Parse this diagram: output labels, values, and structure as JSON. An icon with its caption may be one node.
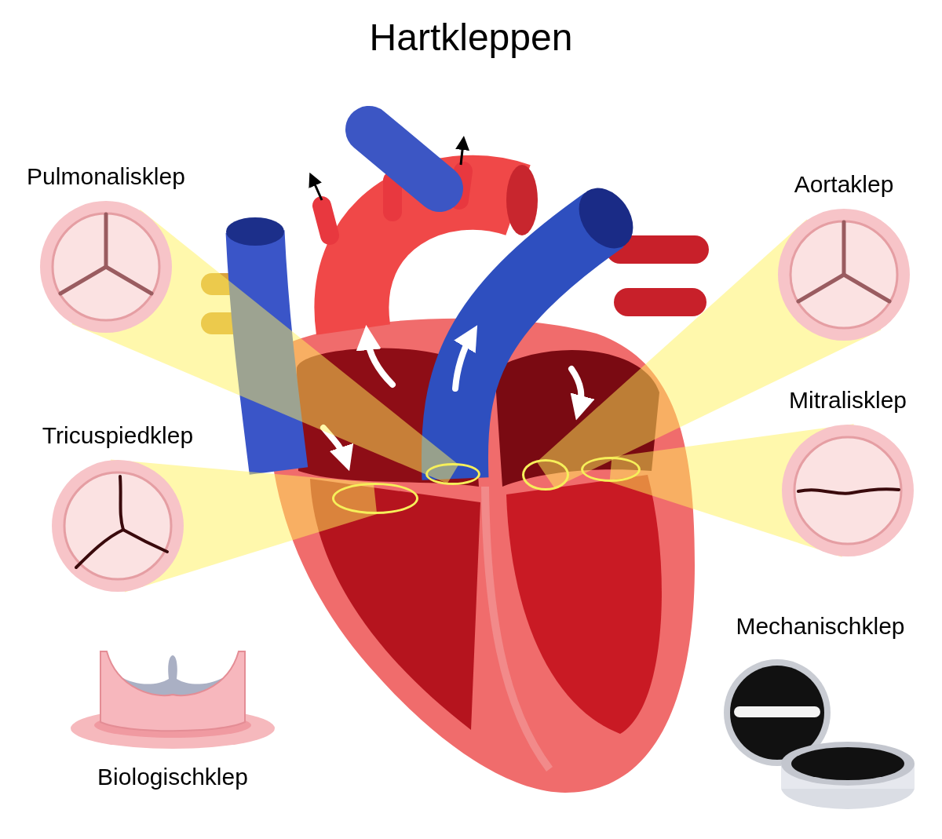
{
  "diagram": {
    "title": "Hartkleppen",
    "nodes": [
      {
        "text": [],
        "shape": "picture"
      },
      {
        "text": [],
        "shape": "circle",
        "in": 0
      },
      {
        "text": [],
        "shape": "circle",
        "in": 0
      },
      {
        "text": [],
        "shape": "circle",
        "in": 0
      },
      {
        "text": [],
        "shape": "circle",
        "in": 0
      },
      {
        "text": [
          "Pulmonalisklep"
        ]
      },
      {
        "text": [
          "Aortaklep"
        ]
      },
      {
        "text": [
          "Tricuspiedklep"
        ]
      },
      {
        "text": [
          "Mitralisklep"
        ]
      },
      {
        "text": [
          "Biologischklep"
        ]
      },
      {
        "text": [
          "Mechanischklep"
        ]
      }
    ],
    "edges": [
      {
        "from": 2,
        "to": 5,
        "arrow": "none"
      },
      {
        "from": 3,
        "to": 6,
        "arrow": "none"
      },
      {
        "from": 1,
        "to": 7,
        "arrow": "none"
      },
      {
        "from": 4,
        "to": 8,
        "arrow": "none"
      }
    ]
  }
}
